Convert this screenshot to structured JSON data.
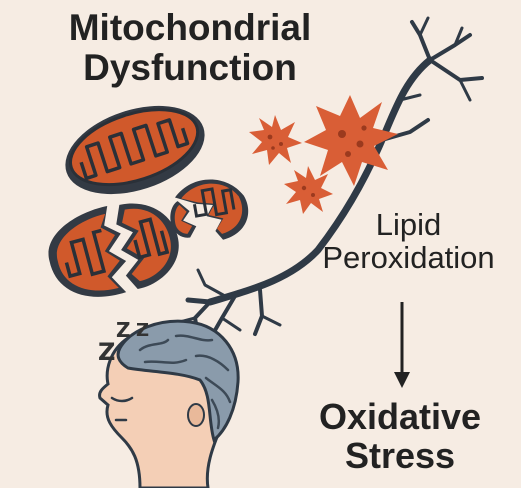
{
  "title": {
    "line1": "Mitochondrial",
    "line2": "Dysfunction"
  },
  "lipid_label": {
    "line1": "Lipid",
    "line2": "Peroxidation"
  },
  "stress_label": {
    "line1": "Oxidative",
    "line2": "Stress"
  },
  "sleep_letters": [
    "Z",
    "Z",
    "Z"
  ],
  "colors": {
    "background": "#f6ece3",
    "mitochondria_fill": "#d0592b",
    "mitochondria_outline": "#333a44",
    "free_radicals": "#d95e36",
    "neuron": "#2f3a46",
    "brain": "#8a9bab",
    "skin": "#f4cfb6"
  },
  "icons": [
    "mitochondrion-icon",
    "free-radical-icon",
    "neuron-icon",
    "sleeping-head-icon",
    "down-arrow-icon"
  ]
}
